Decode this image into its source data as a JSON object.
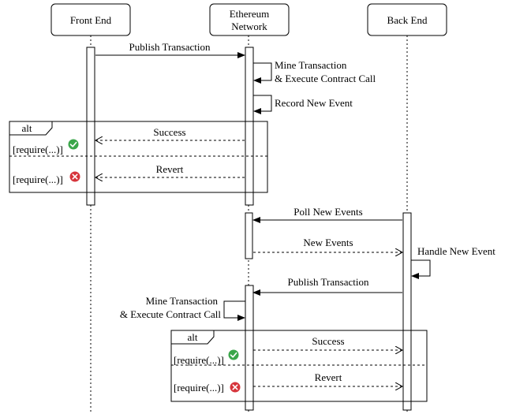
{
  "participants": {
    "front_end": "Front End",
    "ethereum_line1": "Ethereum",
    "ethereum_line2": "Network",
    "back_end": "Back End"
  },
  "messages": {
    "publish_tx_1": "Publish Transaction",
    "mine_tx_1_line1": "Mine Transaction",
    "mine_tx_1_line2": "& Execute Contract Call",
    "record_event": "Record New Event",
    "success_1": "Success",
    "revert_1": "Revert",
    "poll_events": "Poll New Events",
    "new_events": "New Events",
    "handle_event": "Handle New Event",
    "publish_tx_2": "Publish Transaction",
    "mine_tx_2_line1": "Mine Transaction",
    "mine_tx_2_line2": "& Execute Contract Call",
    "success_2": "Success",
    "revert_2": "Revert"
  },
  "fragments": {
    "alt_1": {
      "keyword": "alt",
      "guard_success": "[require(...)]",
      "guard_revert": "[require(...)]"
    },
    "alt_2": {
      "keyword": "alt",
      "guard_success": "[require(...)]",
      "guard_revert": "[require(...)]"
    }
  },
  "colors": {
    "success_icon": "#3aa64a",
    "revert_icon": "#d6343b"
  },
  "icons": {
    "success": "check-circle-icon",
    "revert": "x-circle-icon"
  }
}
